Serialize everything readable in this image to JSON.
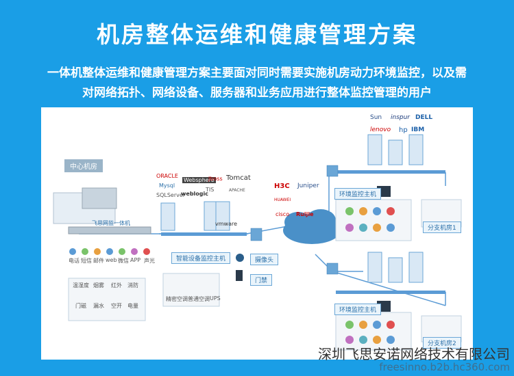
{
  "title": "机房整体运维和健康管理方案",
  "subtitle_line1": "一体机整体运维和健康管理方案主要面对同时需要实施机房动力环境监控，以及需",
  "subtitle_line2": "对网络拓扑、网络设备、服务器和业务应用进行整体监控管理的用户",
  "diagram": {
    "center_room": "中心机房",
    "appliance_label": "飞思网监一体机",
    "notify_channels": [
      "电话",
      "短信",
      "邮件",
      "web",
      "微信",
      "APP",
      "声光"
    ],
    "sensors_row1": [
      "温湿度",
      "烟雾",
      "红外",
      "消防"
    ],
    "sensors_row2": [
      "门磁",
      "漏水",
      "空开",
      "电量"
    ],
    "middleware_logos": [
      "ORACLE",
      "Mysql",
      "SQLServer",
      "Websphere",
      "weblogic",
      "Tomcat",
      "TIS",
      "APACHE",
      "Jboss"
    ],
    "os_vm": "vmware",
    "smart_monitor_host": "智能设备监控主机",
    "smart_devices": [
      "精密空调",
      "普通空调",
      "UPS"
    ],
    "camera": "摄像头",
    "access_control": "门禁",
    "network_vendors": [
      "H3C",
      "Juniper",
      "HUAWEI",
      "cisco",
      "Ruijie"
    ],
    "server_vendors": [
      "Sun",
      "inspur",
      "DELL",
      "lenovo",
      "hp",
      "IBM"
    ],
    "env_host_1": "环境监控主机",
    "env_host_2": "环境监控主机",
    "branch_1": "分支机房1",
    "branch_2": "分支机房2"
  },
  "footer": {
    "company": "深圳飞思安诺网络技术有限公司",
    "url": "freesinno.b2b.hc360.com"
  }
}
